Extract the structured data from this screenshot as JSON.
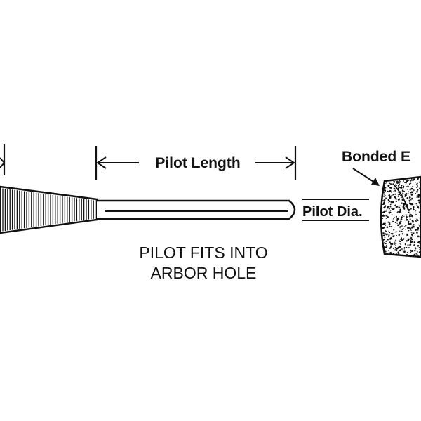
{
  "labels": {
    "pilot_length": "Pilot Length",
    "bonded": "Bonded E",
    "pilot_dia": "Pilot Dia.",
    "note_line1": "PILOT FITS INTO",
    "note_line2": "ARBOR HOLE"
  },
  "colors": {
    "ink": "#111111",
    "background": "#ffffff"
  }
}
